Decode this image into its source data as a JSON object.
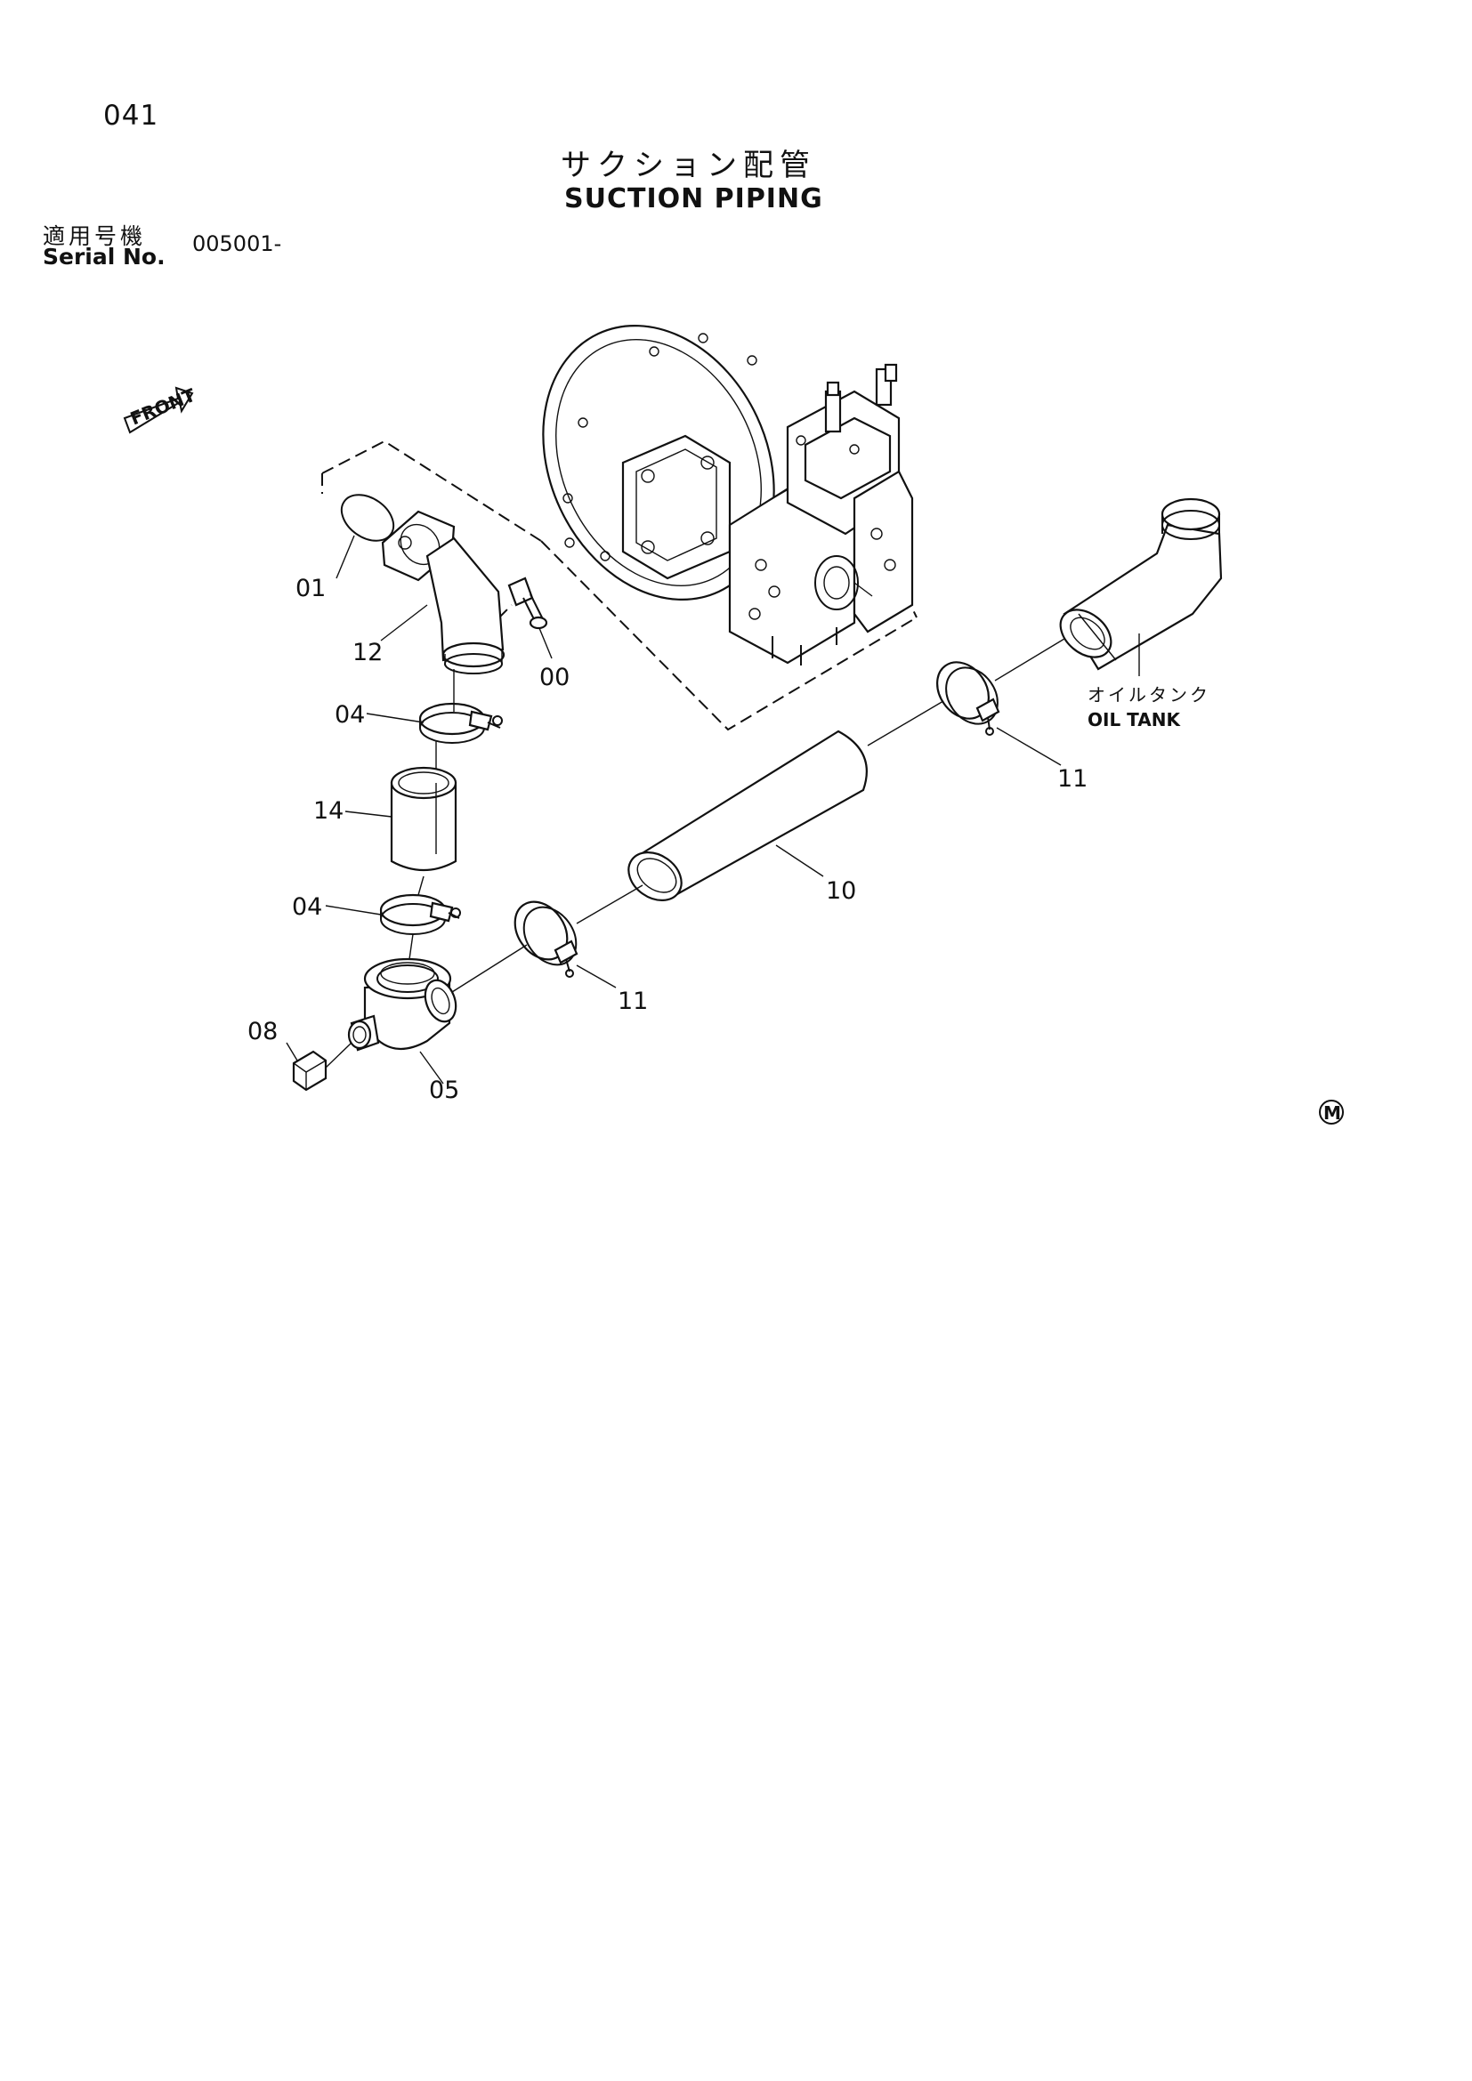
{
  "header": {
    "page_number": "041",
    "title_ja": "サクション配管",
    "title_en": "SUCTION PIPING",
    "serial_label_ja": "適用号機",
    "serial_label_en": "Serial No.",
    "serial_value": "005001-"
  },
  "diagram": {
    "front_marker": "FRONT",
    "oil_tank_label_ja": "オイルタンク",
    "oil_tank_label_en": "OIL TANK",
    "mark_symbol": "M",
    "parts": {
      "p01": "01",
      "p12": "12",
      "p00": "00",
      "p04_upper": "04",
      "p14": "14",
      "p04_lower": "04",
      "p08": "08",
      "p05": "05",
      "p10": "10",
      "p11_upper": "11",
      "p11_lower": "11"
    }
  }
}
